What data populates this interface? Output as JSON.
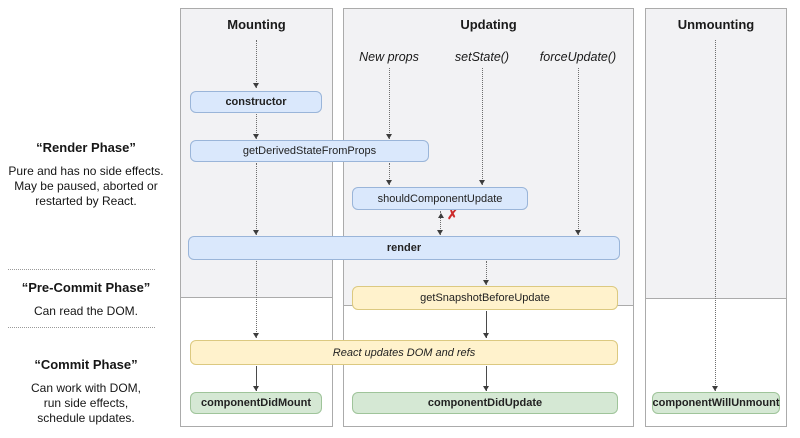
{
  "columns": {
    "mounting": {
      "title": "Mounting"
    },
    "updating": {
      "title": "Updating"
    },
    "unmounting": {
      "title": "Unmounting"
    }
  },
  "triggers": {
    "new_props": "New props",
    "set_state": "setState()",
    "force_update": "forceUpdate()"
  },
  "nodes": {
    "constructor": "constructor",
    "get_derived_state_from_props": "getDerivedStateFromProps",
    "should_component_update": "shouldComponentUpdate",
    "render": "render",
    "get_snapshot_before_update": "getSnapshotBeforeUpdate",
    "react_updates_dom": "React updates DOM and refs",
    "component_did_mount": "componentDidMount",
    "component_did_update": "componentDidUpdate",
    "component_will_unmount": "componentWillUnmount"
  },
  "phases": [
    {
      "title": "“Render Phase”",
      "lines": [
        "Pure and has no side effects.",
        "May be paused, aborted or",
        "restarted by React."
      ]
    },
    {
      "title": "“Pre-Commit Phase”",
      "lines": [
        "Can read the DOM."
      ]
    },
    {
      "title": "“Commit Phase”",
      "lines": [
        "Can work with DOM,",
        "run side effects,",
        "schedule updates."
      ]
    }
  ],
  "marks": {
    "abort_x": "✗"
  },
  "colors": {
    "blue_fill": "#dae8fc",
    "blue_border": "#9ab5d9",
    "yellow_fill": "#fff2cc",
    "yellow_border": "#dcc980",
    "green_fill": "#d5e8d4",
    "green_border": "#9fc49a",
    "panel_gray": "#f2f2f4",
    "panel_border": "#ababab",
    "abort_red": "#cc2b2b"
  }
}
